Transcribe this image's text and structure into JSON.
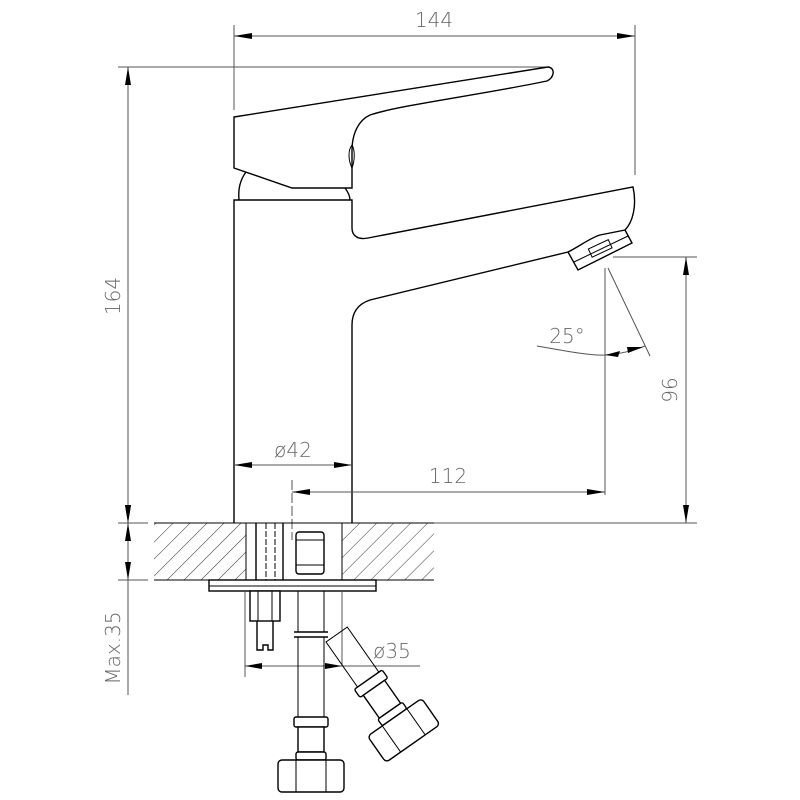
{
  "diagram": {
    "subject": "Basin mixer faucet dimension drawing",
    "dimensions": {
      "overall_width": "144",
      "overall_height": "164",
      "spout_height": "96",
      "spout_reach": "112",
      "body_diameter": "ø42",
      "spout_angle": "25°",
      "max_counter_thickness": "Max.35",
      "mounting_hole_diameter": "ø35"
    },
    "colors": {
      "line": "#000000",
      "dimension_line": "#555555",
      "text": "#666666",
      "background": "#ffffff"
    }
  }
}
